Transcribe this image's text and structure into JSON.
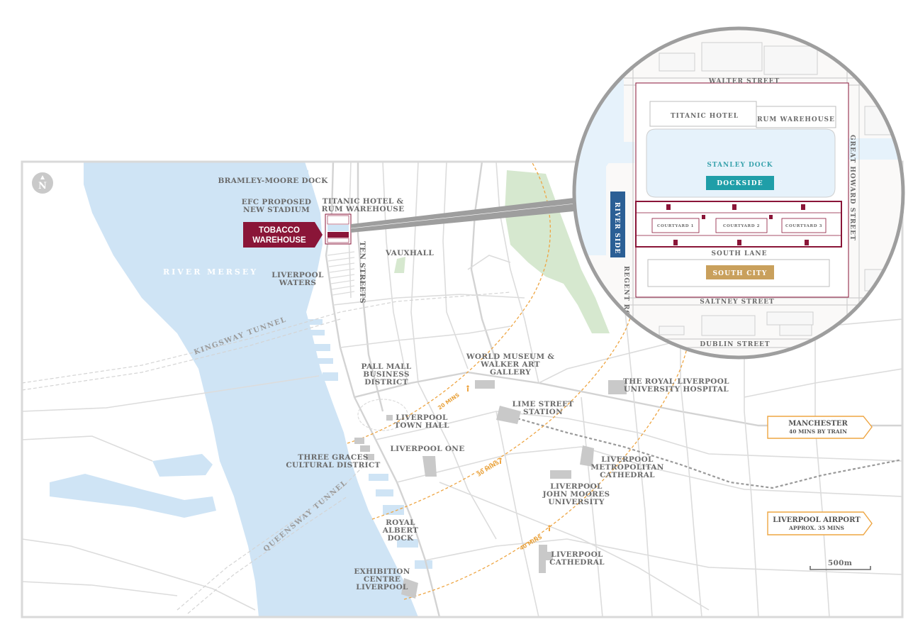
{
  "colors": {
    "water": "#cfe4f5",
    "park": "#d6e8cf",
    "road": "#dcdcdc",
    "building": "#c9c9c9",
    "brand": "#8a1538",
    "walk": "#eea542",
    "rail": "#9a9a9a",
    "dockside": "#1f9ea8",
    "south_city": "#c9a05c",
    "river_side": "#2b5f95"
  },
  "compass": {
    "letter": "N",
    "icon": "north-arrow-icon"
  },
  "main_map": {
    "river": "RIVER MERSEY",
    "tunnels": {
      "kingsway": "KINGSWAY TUNNEL",
      "queensway": "QUEENSWAY TUNNEL"
    },
    "highlight": {
      "line1": "TOBACCO",
      "line2": "WAREHOUSE"
    },
    "labels": {
      "bramley": "BRAMLEY-MOORE DOCK",
      "efc1": "EFC PROPOSED",
      "efc2": "NEW STADIUM",
      "titanic1": "TITANIC HOTEL &",
      "titanic2": "RUM WAREHOUSE",
      "ten_streets": "TEN STREETS",
      "vauxhall": "VAUXHALL",
      "lw1": "LIVERPOOL",
      "lw2": "WATERS",
      "wm1": "WORLD MUSEUM &",
      "wm2": "WALKER ART",
      "wm3": "GALLERY",
      "pm1": "PALL MALL",
      "pm2": "BUSINESS",
      "pm3": "DISTRICT",
      "rlh1": "THE ROYAL LIVERPOOL",
      "rlh2": "UNIVERSITY HOSPITAL",
      "ls1": "LIME STREET",
      "ls2": "STATION",
      "th1": "LIVERPOOL",
      "th2": "TOWN HALL",
      "lone": "LIVERPOOL ONE",
      "tg1": "THREE GRACES",
      "tg2": "CULTURAL DISTRICT",
      "mc1": "LIVERPOOL",
      "mc2": "METROPOLITAN",
      "mc3": "CATHEDRAL",
      "jm1": "LIVERPOOL",
      "jm2": "JOHN MOORES",
      "jm3": "UNIVERSITY",
      "ra1": "ROYAL",
      "ra2": "ALBERT",
      "ra3": "DOCK",
      "lc1": "LIVERPOOL",
      "lc2": "CATHEDRAL",
      "ec1": "EXHIBITION",
      "ec2": "CENTRE",
      "ec3": "LIVERPOOL"
    },
    "walk_times": {
      "m20": "20 MINS",
      "m30": "30 MINS",
      "m40": "40 MINS"
    },
    "destinations": [
      {
        "name": "MANCHESTER",
        "detail": "40 MINS BY TRAIN"
      },
      {
        "name": "LIVERPOOL AIRPORT",
        "detail": "APPROX. 35 MINS"
      }
    ],
    "scale": "500m"
  },
  "zoom_map": {
    "walter_street": "WALTER STREET",
    "titanic_hotel": "TITANIC HOTEL",
    "rum_warehouse": "RUM WAREHOUSE",
    "stanley_dock": "STANLEY DOCK",
    "dockside": "DOCKSIDE",
    "great_howard_street": "GREAT HOWARD STREET",
    "river_side": "RIVER SIDE",
    "courtyard1": "COURTYARD 1",
    "courtyard2": "COURTYARD 2",
    "courtyard3": "COURTYARD 3",
    "south_lane": "SOUTH LANE",
    "regent_road": "REGENT RO",
    "south_city": "SOUTH CITY",
    "saltney_street": "SALTNEY STREET",
    "dublin_street": "DUBLIN STREET"
  }
}
